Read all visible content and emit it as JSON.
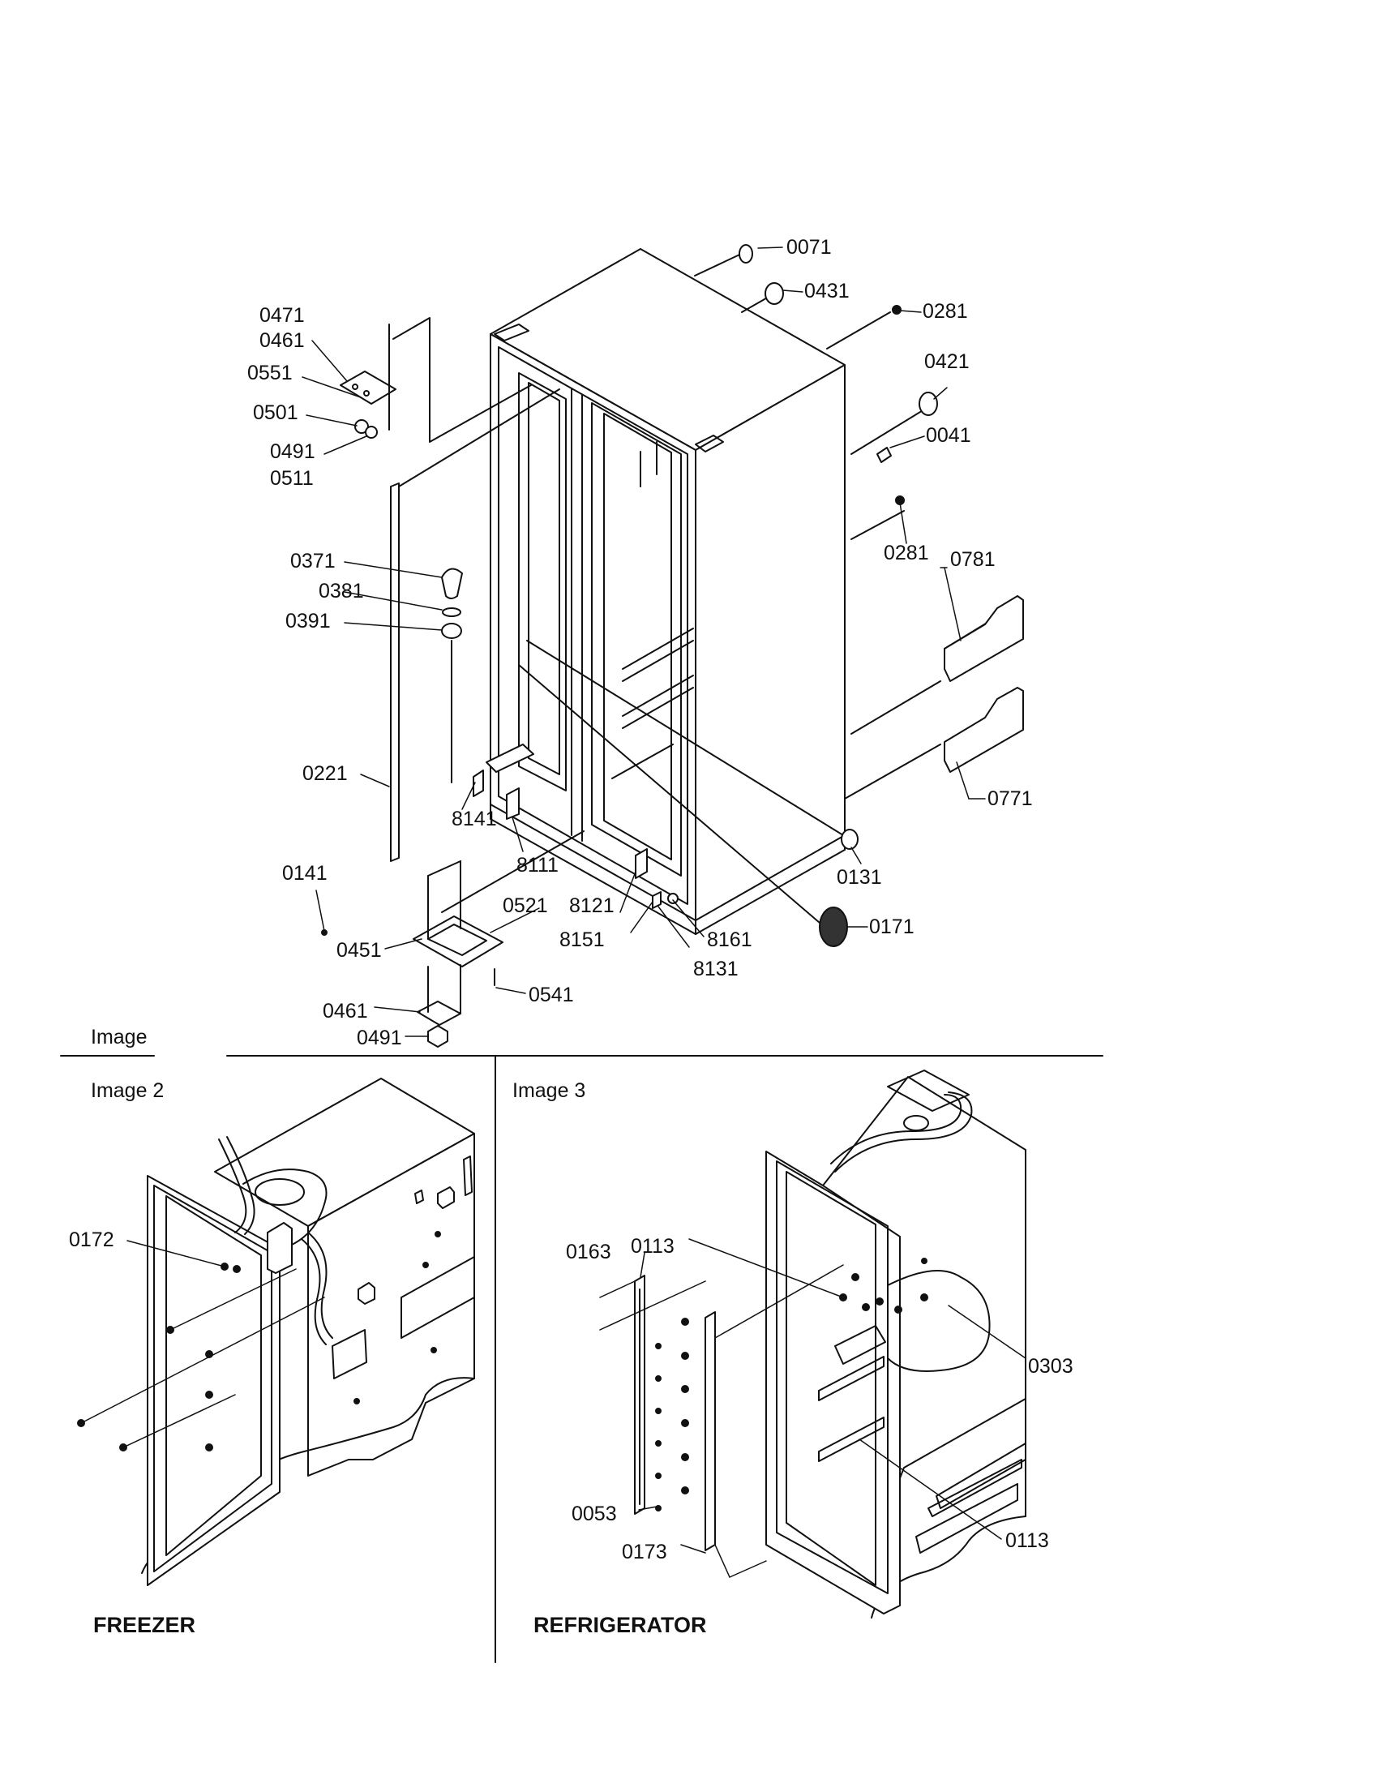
{
  "main_diagram": {
    "callouts": {
      "c0071": "0071",
      "c0431": "0431",
      "c0281a": "0281",
      "c0421": "0421",
      "c0041": "0041",
      "c0281b": "0281",
      "c0781": "0781",
      "c0771": "0771",
      "c0131": "0131",
      "c0171": "0171",
      "c0471": "0471",
      "c0461a": "0461",
      "c0551": "0551",
      "c0501": "0501",
      "c0491a": "0491",
      "c0511": "0511",
      "c0371": "0371",
      "c0381": "0381",
      "c0391": "0391",
      "c0221": "0221",
      "c8141": "8141",
      "c8111": "8111",
      "c0141": "0141",
      "c0521": "0521",
      "c0451": "0451",
      "c0541": "0541",
      "c0461b": "0461",
      "c0491b": "0491",
      "c8121": "8121",
      "c8151": "8151",
      "c8161": "8161",
      "c8131": "8131"
    },
    "fragment_caption": "Image"
  },
  "freezer_panel": {
    "caption": "Image 2",
    "title": "FREEZER",
    "callouts": {
      "c0172": "0172"
    }
  },
  "refrigerator_panel": {
    "caption": "Image 3",
    "title": "REFRIGERATOR",
    "callouts": {
      "c0163": "0163",
      "c0113a": "0113",
      "c0303": "0303",
      "c0053": "0053",
      "c0173": "0173",
      "c0113b": "0113"
    }
  }
}
